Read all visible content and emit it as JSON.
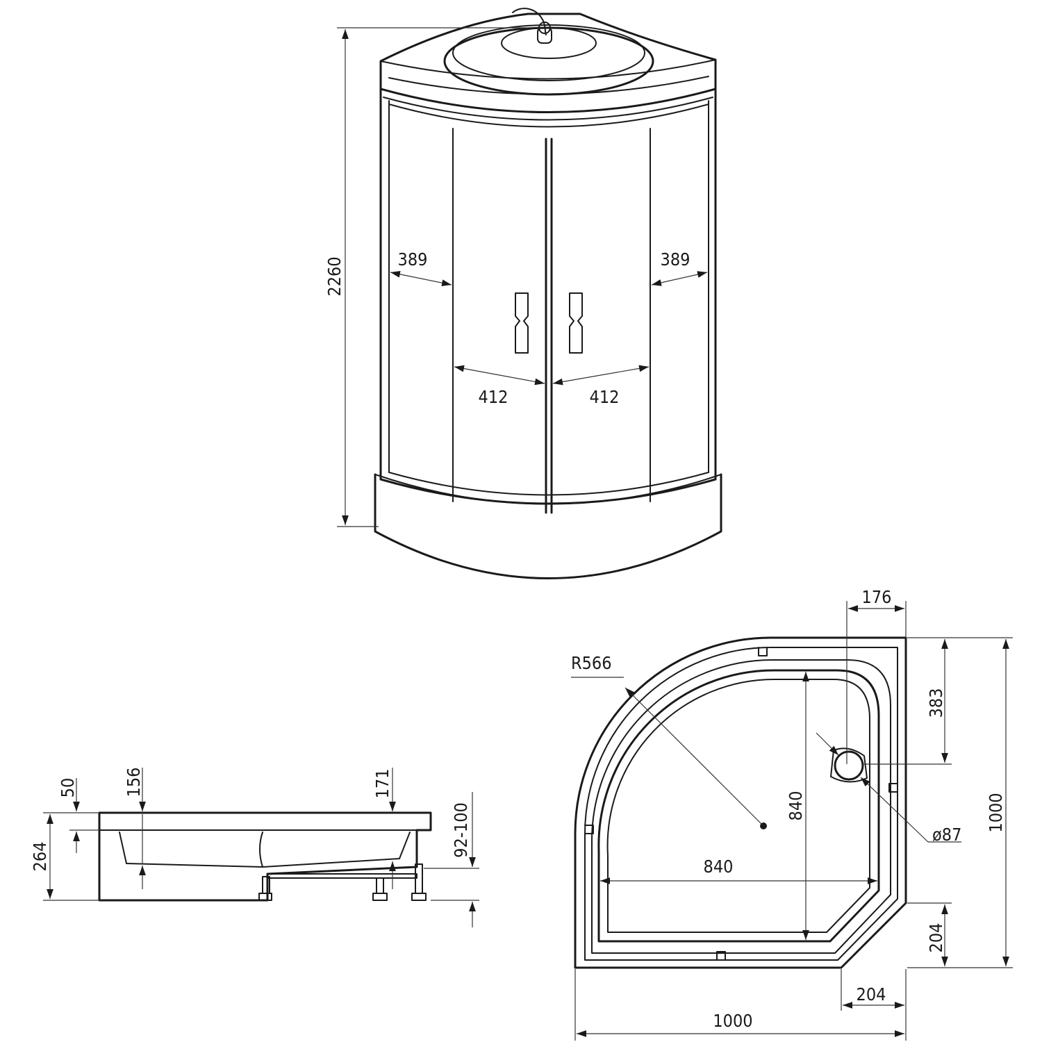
{
  "views": {
    "front": {
      "height": "2260",
      "panel_left": "389",
      "panel_right": "389",
      "door_left": "412",
      "door_right": "412"
    },
    "side": {
      "rim": "50",
      "depth_left": "156",
      "depth_right": "171",
      "legs": "92-100",
      "total": "264"
    },
    "plan": {
      "radius": "R566",
      "offset_top": "176",
      "drain_from_top": "383",
      "drain_diameter": "ø87",
      "inner_height": "840",
      "inner_width": "840",
      "total_height": "1000",
      "chamfer_vertical": "204",
      "chamfer_horizontal": "204",
      "total_width": "1000"
    }
  },
  "colors": {
    "line": "#1a1a1a",
    "background": "#ffffff"
  }
}
